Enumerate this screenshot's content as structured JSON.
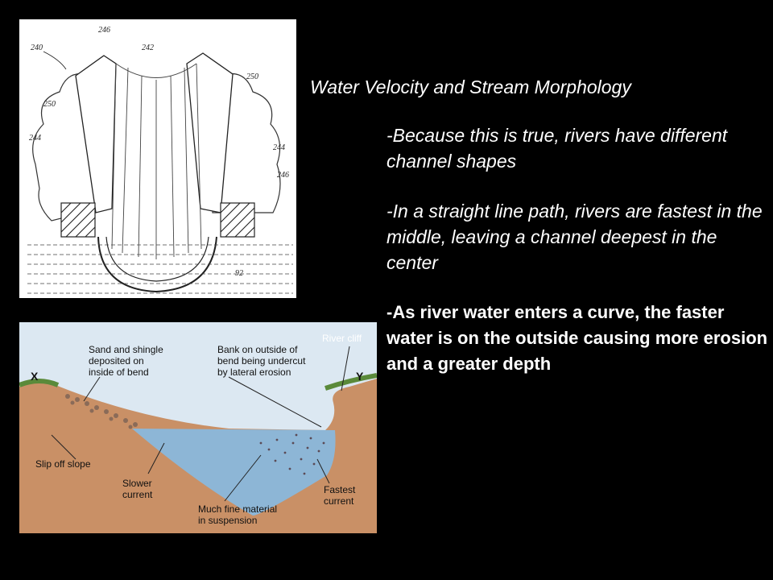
{
  "slide": {
    "title": "Water Velocity and Stream Morphology",
    "paragraphs": [
      "-Because this is true, rivers have different channel shapes",
      "-In a straight line path, rivers are fastest in the middle, leaving a channel deepest in the center",
      "-As river water enters a curve, the faster water is on the outside causing more erosion and a greater depth"
    ]
  },
  "patent_figure": {
    "numbers": [
      "240",
      "246",
      "242",
      "250",
      "250",
      "244",
      "244",
      "246",
      "92"
    ]
  },
  "meander_figure": {
    "labels": {
      "river_cliff": "River cliff",
      "sand_shingle_1": "Sand and shingle",
      "sand_shingle_2": "deposited on",
      "sand_shingle_3": "inside of bend",
      "bank_1": "Bank on outside of",
      "bank_2": "bend being undercut",
      "bank_3": "by lateral erosion",
      "x": "X",
      "y": "Y",
      "slip_off": "Slip off slope",
      "slower_1": "Slower",
      "slower_2": "current",
      "fine_1": "Much fine material",
      "fine_2": "in suspension",
      "fastest_1": "Fastest",
      "fastest_2": "current"
    },
    "colors": {
      "sky": "#dce8f2",
      "water": "#8db6d6",
      "ground": "#c99066",
      "grass": "#5a8a3a"
    }
  }
}
